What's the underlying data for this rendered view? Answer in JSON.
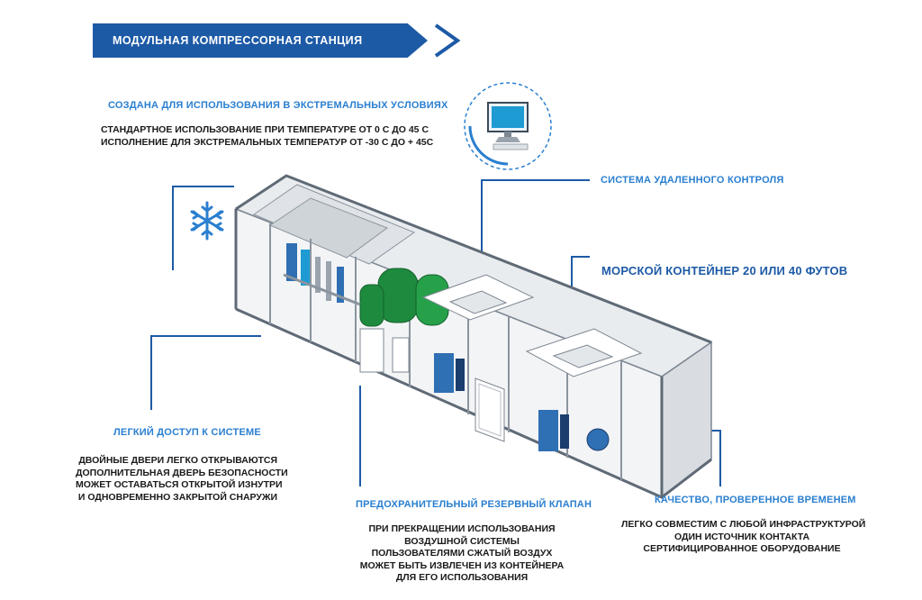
{
  "banner": {
    "title": "Модульная компрессорная станция"
  },
  "features": {
    "extreme": {
      "heading": "Создана для использования в экстремальных условиях",
      "lines": [
        "Стандартное использование при температуре от 0 С до 45 С",
        "Исполнение для экстремальных температур от -30 С до + 45С"
      ]
    },
    "remote": {
      "heading": "Система удаленного контроля"
    },
    "container": {
      "heading": "Морской контейнер 20 или 40 футов"
    },
    "access": {
      "heading": "Легкий доступ к системе",
      "lines": [
        "Двойные двери легко открываются",
        "дополнительная дверь безопасности",
        "может оставаться открытой изнутри",
        "и одновременно закрытой снаружи"
      ]
    },
    "valve": {
      "heading": "Предохранительный резервный клапан",
      "lines": [
        "При прекращении использования",
        "воздушной системы",
        "пользователями сжатый воздух",
        "может быть извлечен из контейнера",
        "для его использования"
      ]
    },
    "quality": {
      "heading": "Качество, проверенное временем",
      "lines": [
        "Легко совместим с любой инфраструктурой",
        "один источник контакта",
        "сертифицированное оборудование"
      ]
    }
  },
  "colors": {
    "brand_blue": "#1d5aa6",
    "accent_blue": "#2a7fd0",
    "equipment_green": "#1e8a3e",
    "equipment_blue": "#2f6fb3"
  },
  "icons": {
    "snowflake": "snowflake-icon",
    "monitor": "monitor-icon"
  }
}
